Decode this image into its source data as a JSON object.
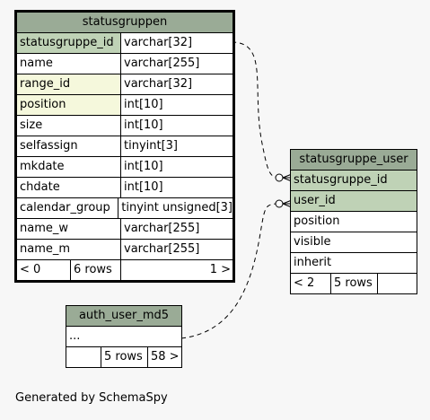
{
  "tables": {
    "statusgruppen": {
      "title": "statusgruppen",
      "columns": [
        {
          "name": "statusgruppe_id",
          "type": "varchar[32]",
          "kind": "pk"
        },
        {
          "name": "name",
          "type": "varchar[255]",
          "kind": ""
        },
        {
          "name": "range_id",
          "type": "varchar[32]",
          "kind": "idx"
        },
        {
          "name": "position",
          "type": "int[10]",
          "kind": "idx"
        },
        {
          "name": "size",
          "type": "int[10]",
          "kind": ""
        },
        {
          "name": "selfassign",
          "type": "tinyint[3]",
          "kind": ""
        },
        {
          "name": "mkdate",
          "type": "int[10]",
          "kind": ""
        },
        {
          "name": "chdate",
          "type": "int[10]",
          "kind": ""
        },
        {
          "name": "calendar_group",
          "type": "tinyint unsigned[3]",
          "kind": ""
        },
        {
          "name": "name_w",
          "type": "varchar[255]",
          "kind": ""
        },
        {
          "name": "name_m",
          "type": "varchar[255]",
          "kind": ""
        }
      ],
      "footer": {
        "left": "< 0",
        "mid": "6 rows",
        "right": "1 >"
      }
    },
    "statusgruppe_user": {
      "title": "statusgruppe_user",
      "columns": [
        {
          "name": "statusgruppe_id",
          "kind": "pk"
        },
        {
          "name": "user_id",
          "kind": "pk"
        },
        {
          "name": "position",
          "kind": ""
        },
        {
          "name": "visible",
          "kind": ""
        },
        {
          "name": "inherit",
          "kind": ""
        }
      ],
      "footer": {
        "left": "< 2",
        "mid": "5 rows",
        "right": ""
      }
    },
    "auth_user_md5": {
      "title": "auth_user_md5",
      "columns": [
        {
          "name": "...",
          "kind": ""
        }
      ],
      "footer": {
        "left": "",
        "mid": "5 rows",
        "right": "58 >"
      }
    }
  },
  "footer_text": "Generated by SchemaSpy",
  "colors": {
    "header": "#9aab96",
    "key": "#bfd2b6",
    "indexed": "#f5f8dc"
  }
}
